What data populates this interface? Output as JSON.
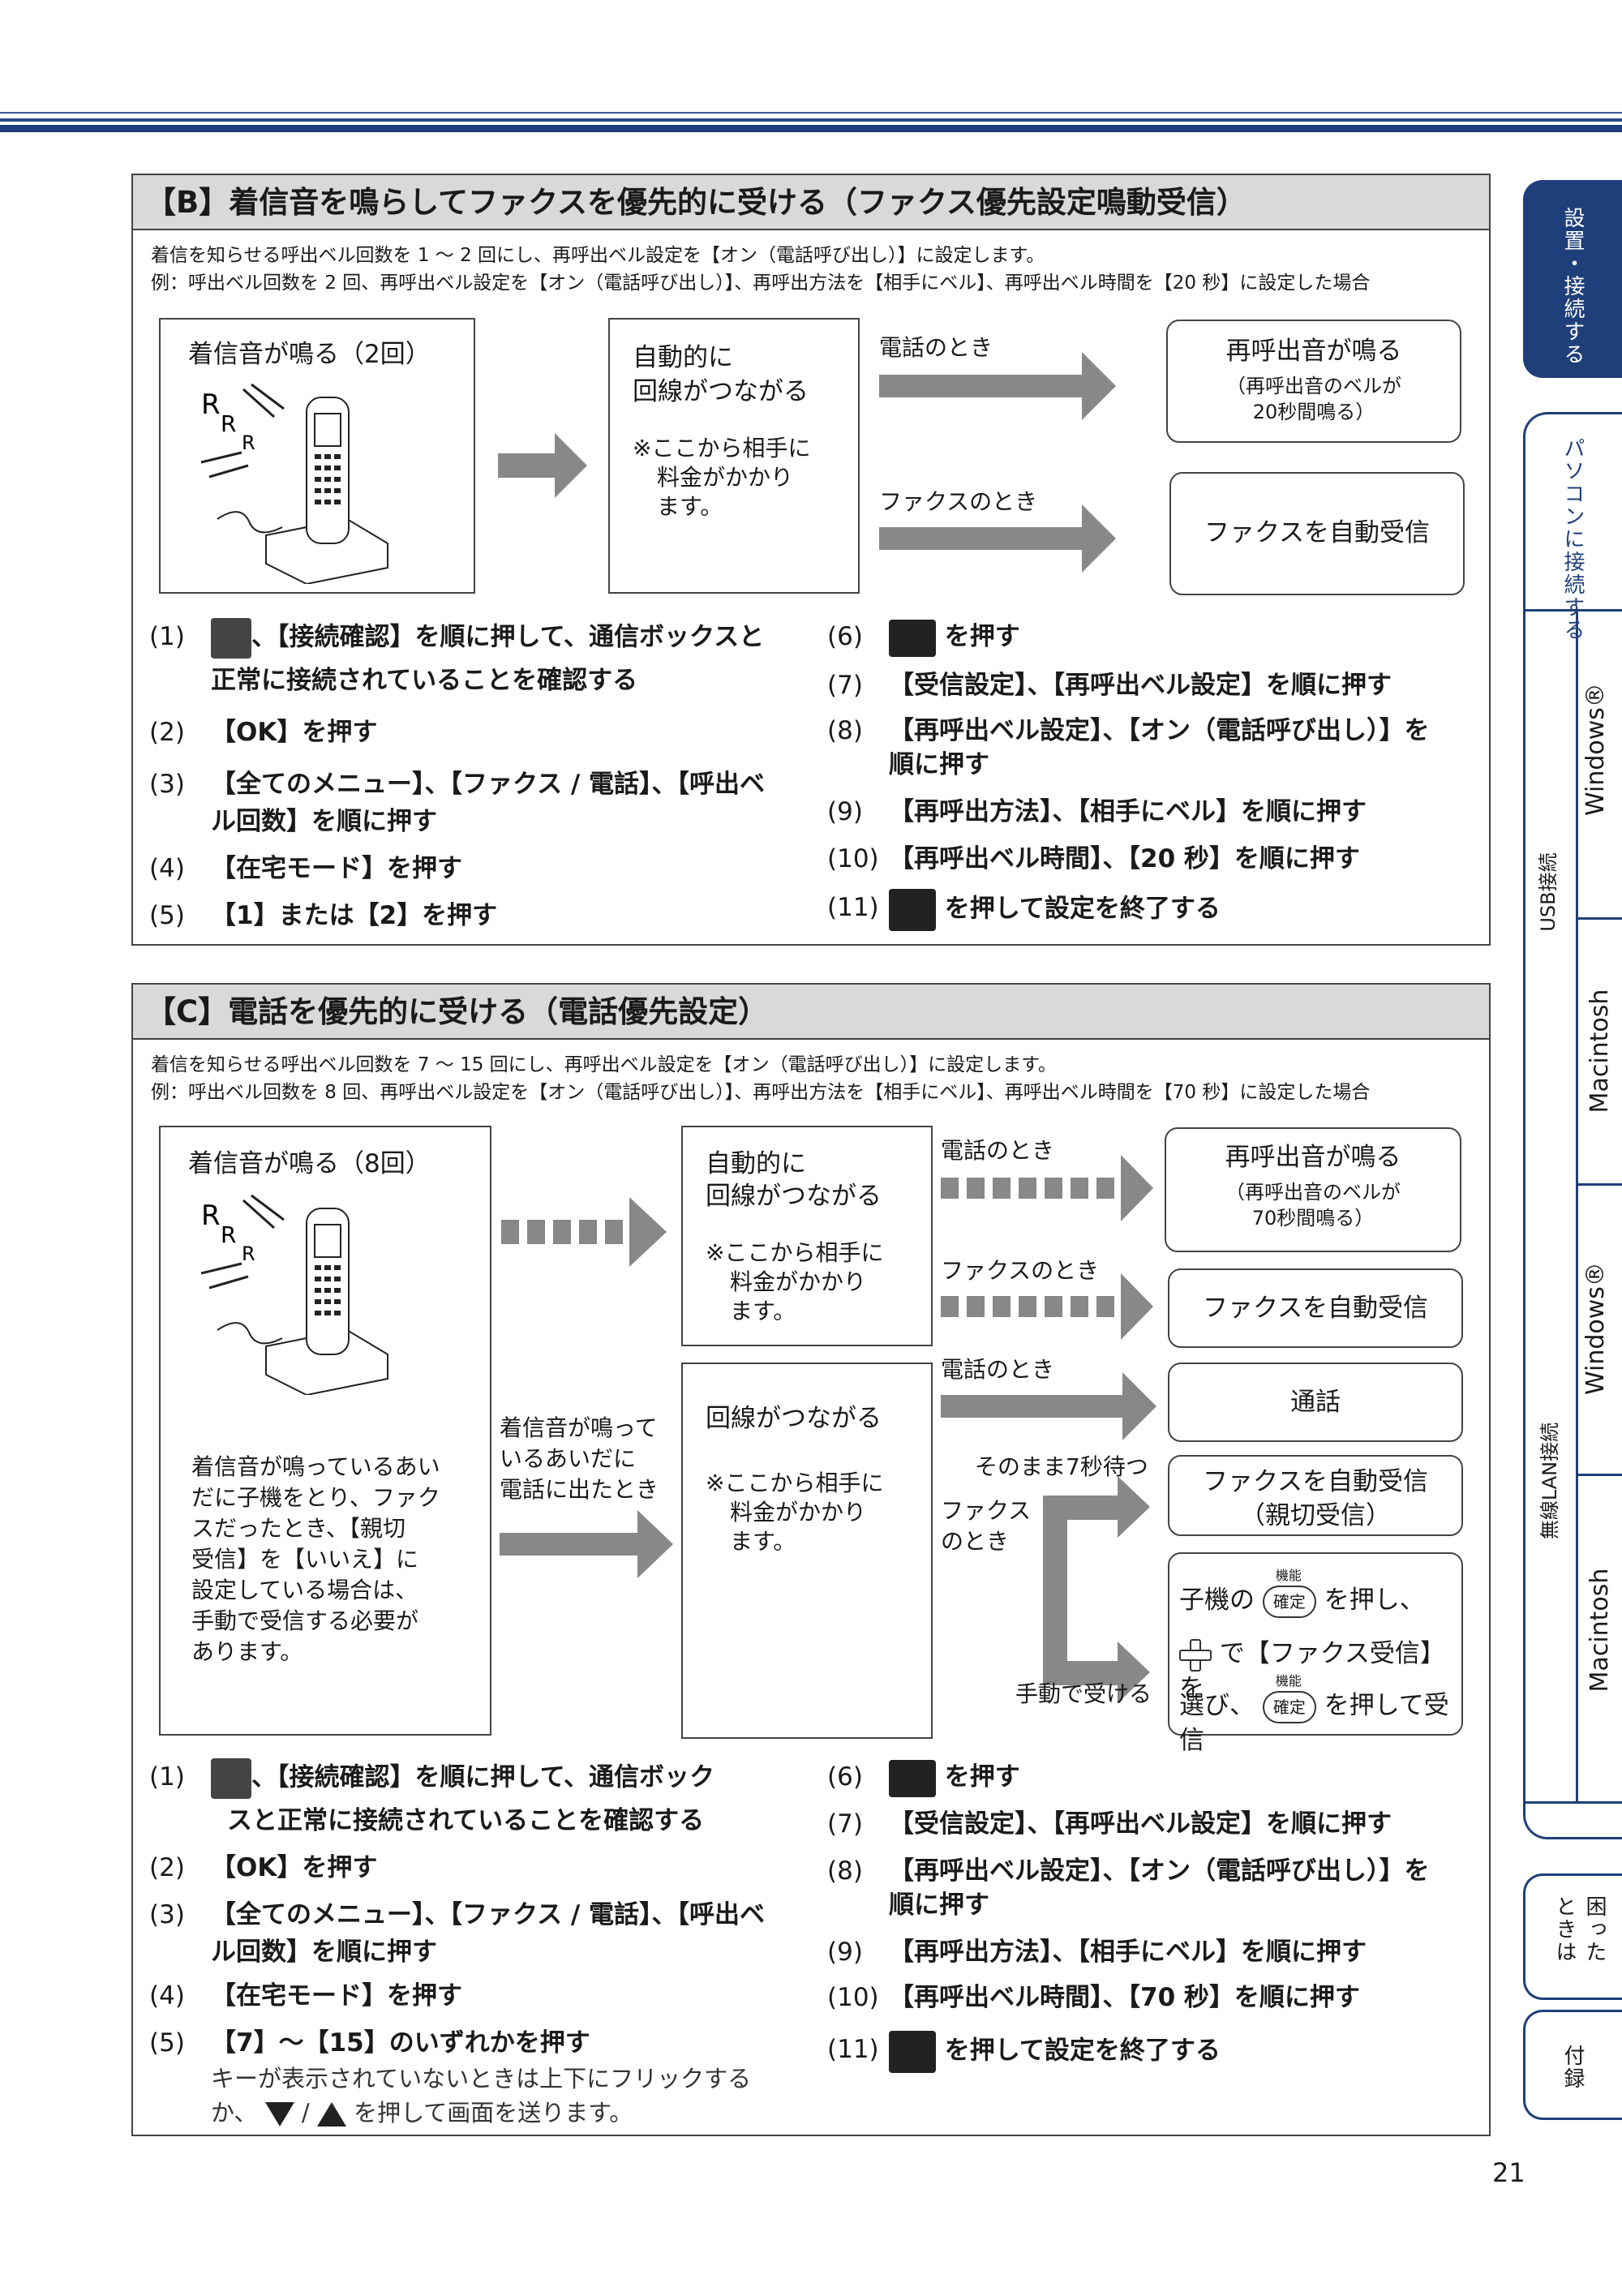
{
  "sectionB": {
    "title": "【B】着信音を鳴らしてファクスを優先的に受ける（ファクス優先設定鳴動受信）",
    "intro1": "着信を知らせる呼出ベル回数を 1 ～ 2 回にし、再呼出ベル設定を【オン（電話呼び出し）】に設定します。",
    "intro2": "例：呼出ベル回数を 2 回、再呼出ベル設定を【オン（電話呼び出し）】、再呼出方法を【相手にベル】、再呼出ベル時間を【20 秒】に設定した場合",
    "ring_label": "着信音が鳴る（2回）",
    "auto_line1": "自動的に",
    "auto_line2": "回線がつながる",
    "charge1": "※ここから相手に",
    "charge2": "料金がかかり",
    "charge3": "ます。",
    "phone_when": "電話のとき",
    "fax_when": "ファクスのとき",
    "recall_title": "再呼出音が鳴る",
    "recall_note1": "（再呼出音のベルが",
    "recall_note2": "20秒間鳴る）",
    "fax_auto": "ファクスを自動受信",
    "steps_left": [
      {
        "num": "(1)",
        "a": "、【接続確認】を順に押して、通信ボックスと",
        "b": "正常に接続されていることを確認する"
      },
      {
        "num": "(2)",
        "a": "【OK】を押す"
      },
      {
        "num": "(3)",
        "a": "【全てのメニュー】、【ファクス / 電話】、【呼出ベ",
        "b": "ル回数】を順に押す"
      },
      {
        "num": "(4)",
        "a": "【在宅モード】を押す"
      },
      {
        "num": "(5)",
        "a": "【1】または【2】を押す"
      }
    ],
    "steps_right": [
      {
        "num": "(6)",
        "a": "を押す"
      },
      {
        "num": "(7)",
        "a": "【受信設定】、【再呼出ベル設定】を順に押す"
      },
      {
        "num": "(8)",
        "a": "【再呼出ベル設定】、【オン（電話呼び出し）】を",
        "b": "順に押す"
      },
      {
        "num": "(9)",
        "a": "【再呼出方法】、【相手にベル】を順に押す"
      },
      {
        "num": "(10)",
        "a": "【再呼出ベル時間】、【20 秒】を順に押す"
      },
      {
        "num": "(11)",
        "a": "を押して設定を終了する"
      }
    ]
  },
  "sectionC": {
    "title": "【C】電話を優先的に受ける（電話優先設定）",
    "intro1": "着信を知らせる呼出ベル回数を 7 ～ 15 回にし、再呼出ベル設定を【オン（電話呼び出し）】に設定します。",
    "intro2": "例：呼出ベル回数を 8 回、再呼出ベル設定を【オン（電話呼び出し）】、再呼出方法を【相手にベル】、再呼出ベル時間を【70 秒】に設定した場合",
    "ring_label": "着信音が鳴る（8回）",
    "left_note": [
      "着信音が鳴っているあい",
      "だに子機をとり、ファク",
      "スだったとき、【親切",
      "受信】を【いいえ】に",
      "設定している場合は、",
      "手動で受信する必要が",
      "あります。"
    ],
    "answer_note": [
      "着信音が鳴って",
      "いるあいだに",
      "電話に出たとき"
    ],
    "auto_line1": "自動的に",
    "auto_line2": "回線がつながる",
    "connect": "回線がつながる",
    "charge1": "※ここから相手に",
    "charge2": "料金がかかり",
    "charge3": "ます。",
    "phone_when": "電話のとき",
    "fax_when": "ファクスのとき",
    "phone_when2": "電話のとき",
    "wait7": "そのまま7秒待つ",
    "fax_when2a": "ファクス",
    "fax_when2b": "のとき",
    "manual": "手動で受ける",
    "recall_title": "再呼出音が鳴る",
    "recall_note1": "（再呼出音のベルが",
    "recall_note2": "70秒間鳴る）",
    "fax_auto": "ファクスを自動受信",
    "talk": "通話",
    "fax_auto2a": "ファクスを自動受信",
    "fax_auto2b": "（親切受信）",
    "manual1a": "子機の",
    "manual1b": "を押し、",
    "manual2": "で【ファクス受信】を",
    "manual3a": "選び、",
    "manual3b": "を押して受信",
    "kinou": "機能",
    "kakutei": "確定",
    "steps_left": [
      {
        "num": "(1)",
        "a": "、【接続確認】を順に押して、通信ボック",
        "b": "スと正常に接続されていることを確認する"
      },
      {
        "num": "(2)",
        "a": "【OK】を押す"
      },
      {
        "num": "(3)",
        "a": "【全てのメニュー】、【ファクス / 電話】、【呼出ベ",
        "b": "ル回数】を順に押す"
      },
      {
        "num": "(4)",
        "a": "【在宅モード】を押す"
      },
      {
        "num": "(5)",
        "a": "【7】～【15】のいずれかを押す",
        "sub1": "キーが表示されていないときは上下にフリックする",
        "sub2": "を押して画面を送ります。",
        "sub2pre": "か、"
      }
    ],
    "steps_right": [
      {
        "num": "(6)",
        "a": "を押す"
      },
      {
        "num": "(7)",
        "a": "【受信設定】、【再呼出ベル設定】を順に押す"
      },
      {
        "num": "(8)",
        "a": "【再呼出ベル設定】、【オン（電話呼び出し）】を",
        "b": "順に押す"
      },
      {
        "num": "(9)",
        "a": "【再呼出方法】、【相手にベル】を順に押す"
      },
      {
        "num": "(10)",
        "a": "【再呼出ベル時間】、【70 秒】を順に押す"
      },
      {
        "num": "(11)",
        "a": "を押して設定を終了する"
      }
    ]
  },
  "tabs": {
    "setup": "設置・接続する",
    "pc": "パソコンに接続する",
    "usb": "USB接続",
    "windows1": "Windows®",
    "mac1": "Macintosh",
    "wlan": "無線LAN接続",
    "windows2": "Windows®",
    "mac2": "Macintosh",
    "trouble": "困ったときは",
    "appendix": "付録"
  },
  "page_number": "21",
  "colors": {
    "accent": "#1f3f7a",
    "arrow": "#888888",
    "title_bg": "#d9d9d9"
  }
}
